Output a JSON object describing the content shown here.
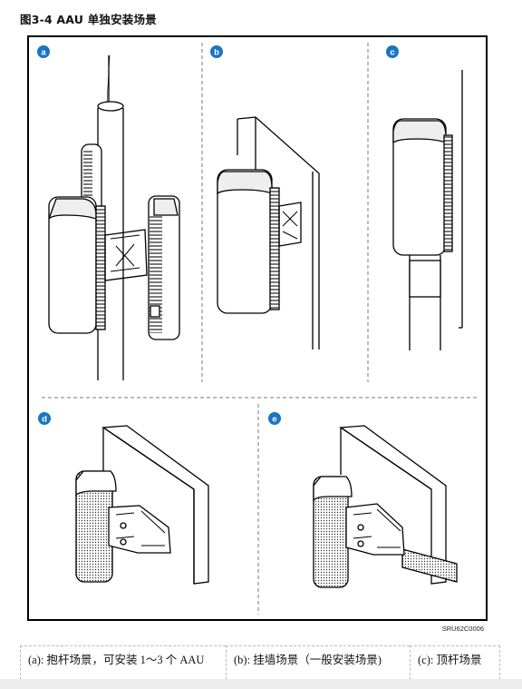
{
  "figure": {
    "title": "图3-4 AAU 单独安装场景",
    "code": "SRU62C0006",
    "panel_labels": [
      "a",
      "b",
      "c",
      "d",
      "e"
    ]
  },
  "captions": [
    {
      "label": "(a):",
      "text": "抱杆场景，可安装 1～3 个 AAU"
    },
    {
      "label": "(b):",
      "text": "挂墙场景（一般安装场景)"
    },
    {
      "label": "(c):",
      "text": "顶杆场景"
    }
  ],
  "colors": {
    "badge": "#1a75c2",
    "line": "#000000",
    "dash": "#777777"
  }
}
